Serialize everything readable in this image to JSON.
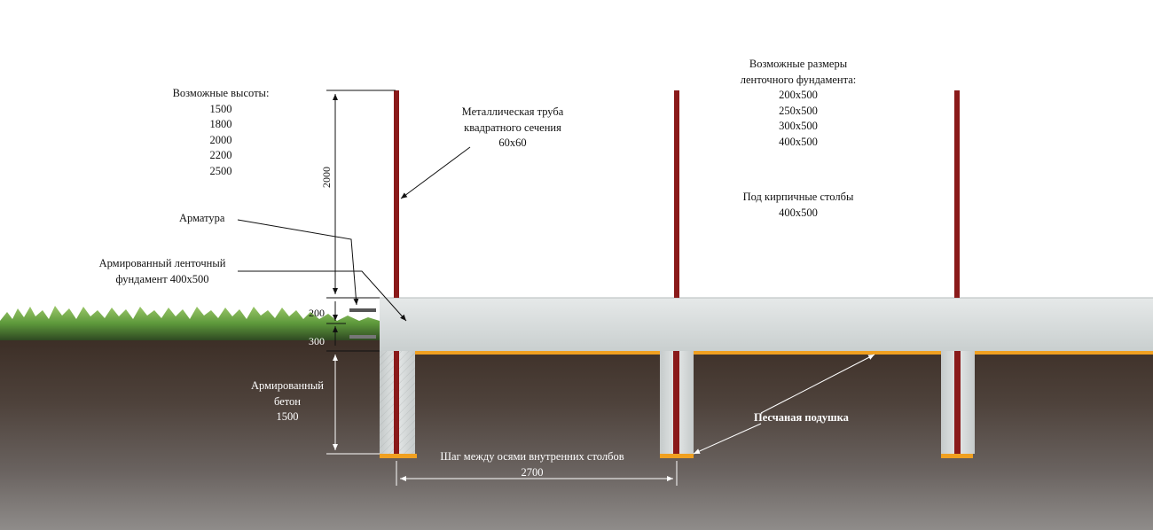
{
  "heights": {
    "title": "Возможные высоты:",
    "values": [
      "1500",
      "1800",
      "2000",
      "2200",
      "2500"
    ]
  },
  "sizes": {
    "title_line1": "Возможные размеры",
    "title_line2": "ленточного фундамента:",
    "values": [
      "200x500",
      "250x500",
      "300x500",
      "400x500"
    ]
  },
  "pipe": {
    "line1": "Металлическая труба",
    "line2": "квадратного сечения",
    "line3": "60x60"
  },
  "brick": {
    "line1": "Под кирпичные столбы",
    "line2": "400x500"
  },
  "rebar_label": "Арматура",
  "strip": {
    "line1": "Армированный ленточный",
    "line2": "фундамент 400x500"
  },
  "concrete": {
    "line1": "Армированный",
    "line2": "бетон",
    "line3": "1500"
  },
  "dims": {
    "post_height": "2000",
    "strip_upper": "200",
    "strip_lower": "300"
  },
  "sand_label": "Песчаная подушка",
  "step": {
    "line1": "Шаг между осями внутренних столбов",
    "line2": "2700"
  },
  "colors": {
    "post": "#8a1a1a",
    "sand": "#f0a020",
    "concrete": "#d8dcdc",
    "soil": "#4a3e37",
    "grass": "#5e9a3c"
  }
}
